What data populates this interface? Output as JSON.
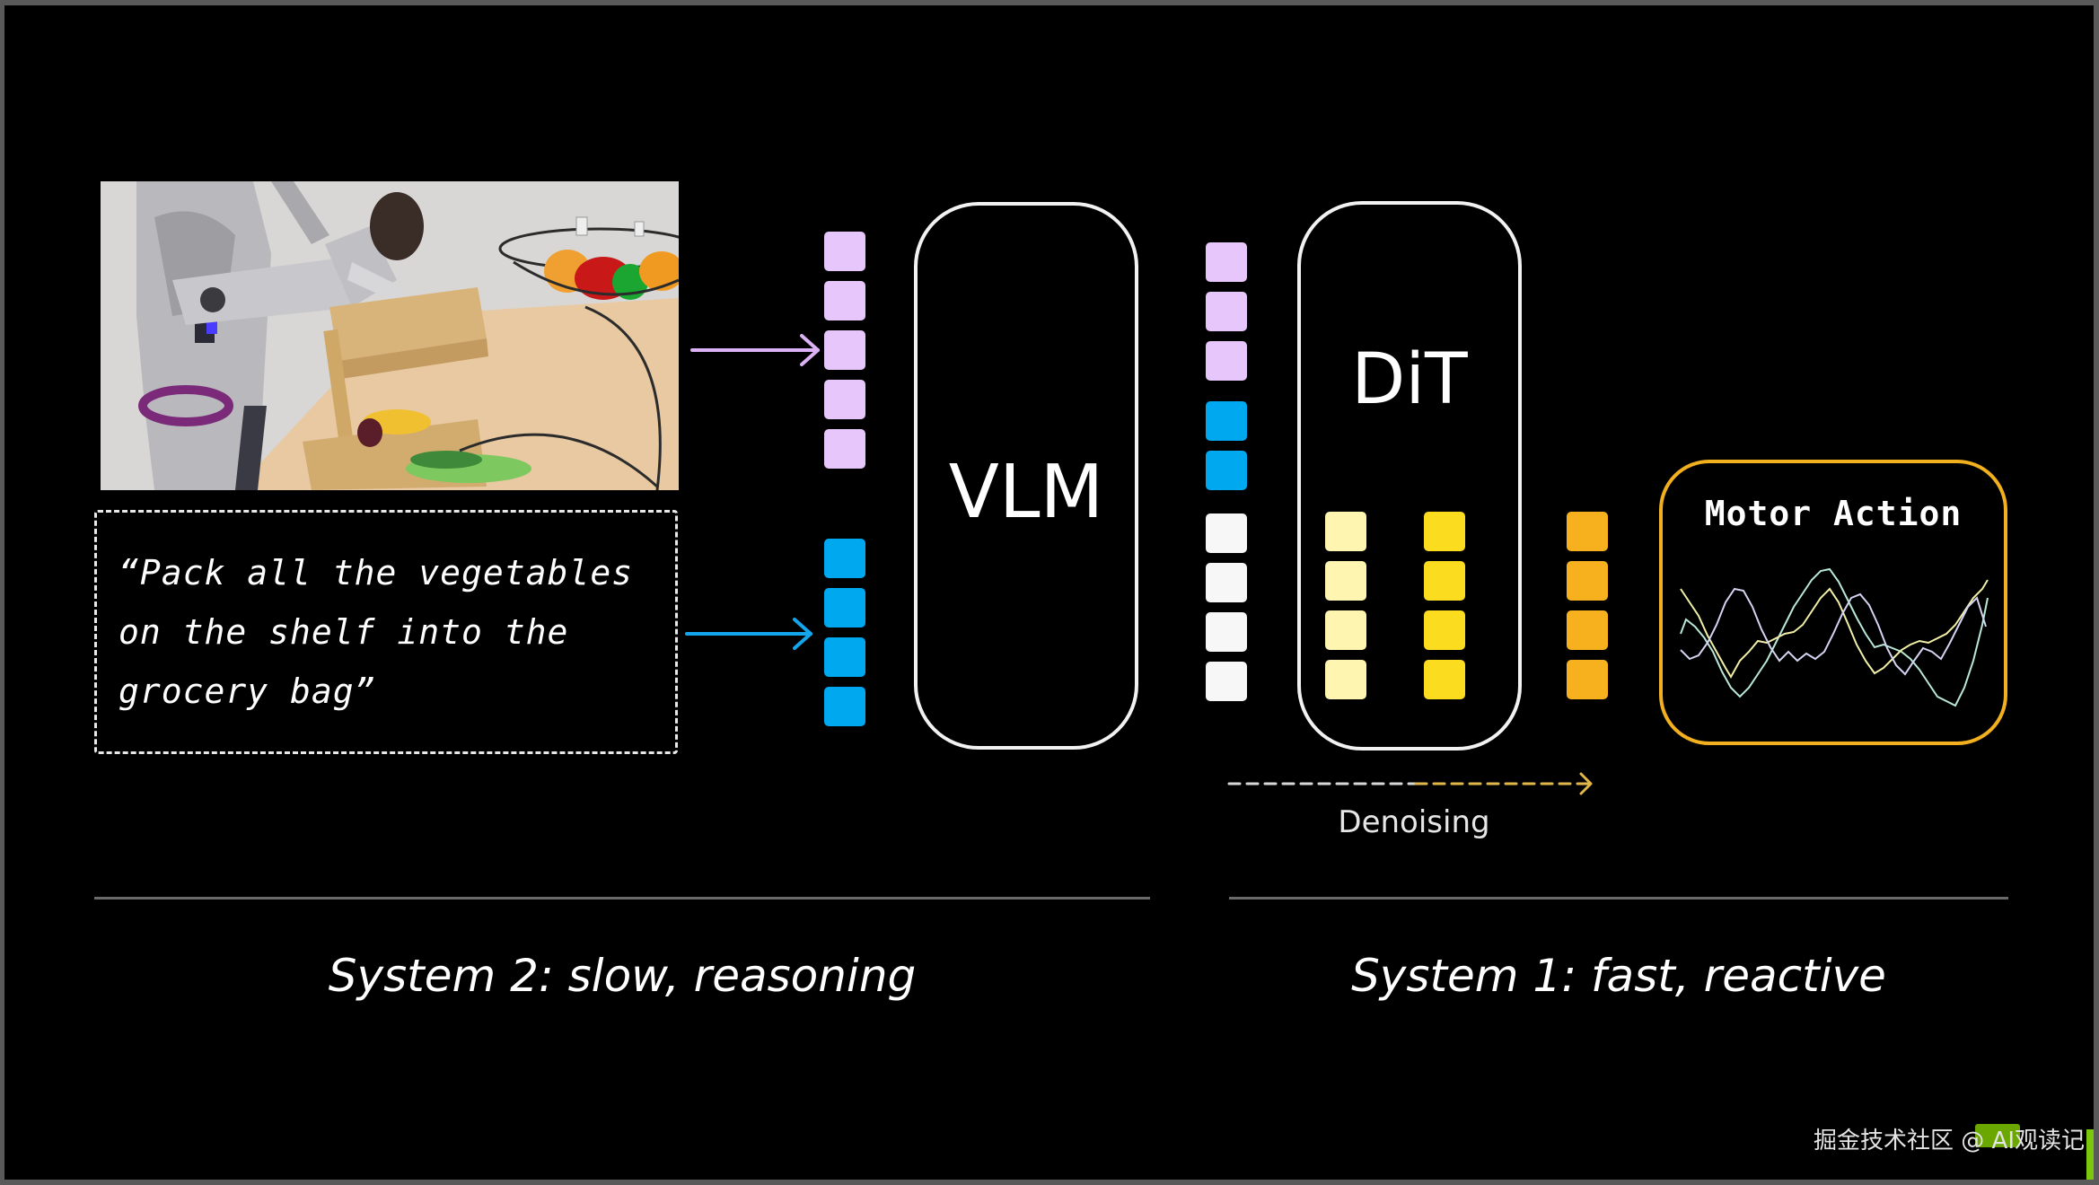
{
  "slide": {
    "input_image": {
      "alt": "Humanoid robot at a table with wooden crates, fruits and vegetables, and a wire fruit basket",
      "icon": "robot-photo"
    },
    "prompt_text": "“Pack all the vegetables\non the shelf into the\ngrocery bag”",
    "vlm_label": "VLM",
    "dit_label": "DiT",
    "motor_action_title": "Motor Action",
    "denoising_label": "Denoising",
    "system2_label": "System 2: slow, reasoning",
    "system1_label": "System 1: fast, reactive",
    "watermark": "掘金技术社区 @ AI观读记",
    "colors": {
      "background": "#000000",
      "frame": "#5a5a5a",
      "vision_token": "#e6c6fb",
      "language_token": "#00a8f0",
      "noise_token": "#f7f7f7",
      "dit_light_token": "#fdf5b0",
      "dit_bright_token": "#fbdc1e",
      "action_token": "#f7b11f",
      "motor_box_border": "#f2b01e",
      "divider": "#6a6a6a",
      "nvidia_green": "#76b900"
    },
    "token_groups": {
      "vision_in": 5,
      "language_in": 4,
      "dit_vision": 3,
      "dit_language": 2,
      "dit_noise": 4,
      "dit_light": 4,
      "dit_bright": 4,
      "action_out": 4
    }
  }
}
